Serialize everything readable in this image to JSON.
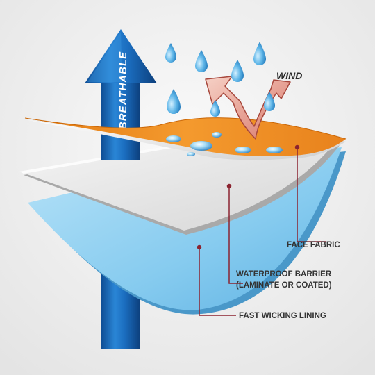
{
  "diagram": {
    "arrow_label": "BREATHABLE",
    "wind_label": "WIND",
    "layers": [
      {
        "id": "face",
        "label": "FACE FABRIC"
      },
      {
        "id": "barrier",
        "label_line1": "WATERPROOF BARRIER",
        "label_line2": "(LAMINATE OR COATED)"
      },
      {
        "id": "lining",
        "label": "FAST WICKING LINING"
      }
    ]
  },
  "colors": {
    "face_fabric": "#f08a1e",
    "barrier": "#e9e9e9",
    "lining": "#8fd0f2",
    "arrow": "#1e6fc2",
    "wind": "#e8a99a",
    "callout": "#8b2330",
    "background": "#f3f3f3"
  }
}
